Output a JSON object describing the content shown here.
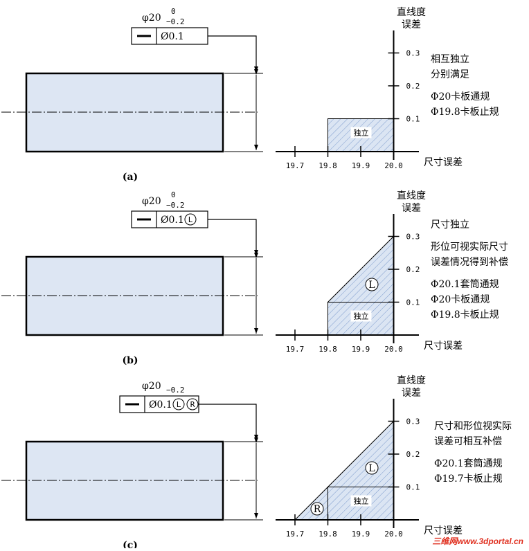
{
  "colors": {
    "part_fill": "#dde6f3",
    "zone_fill": "#dbe5f3",
    "zone_hatch": "#7e9ccd",
    "watermark": "#e03020"
  },
  "panels": [
    {
      "caption": "(a)",
      "dim_base": "φ20",
      "dim_upper": "0",
      "dim_lower": "−0.2",
      "fcf_symbol": "—",
      "fcf_value": "Ø0.1",
      "fcf_modifiers": [],
      "y_axis_title_1": "直线度",
      "y_axis_title_2": "误差",
      "x_axis_title": "尺寸误差",
      "y_ticks": [
        "0.3",
        "0.2",
        "0.1"
      ],
      "x_ticks": [
        "19.7",
        "19.8",
        "19.9",
        "20.0"
      ],
      "zone_labels": {
        "independent": "独立"
      },
      "notes": [
        "相互独立",
        "分别满足",
        "",
        "Φ20卡板通规",
        "Φ19.8卡板止规"
      ]
    },
    {
      "caption": "(b)",
      "dim_base": "φ20",
      "dim_upper": "0",
      "dim_lower": "−0.2",
      "fcf_symbol": "—",
      "fcf_value": "Ø0.1",
      "fcf_modifiers": [
        "L"
      ],
      "y_axis_title_1": "直线度",
      "y_axis_title_2": "误差",
      "x_axis_title": "尺寸误差",
      "y_ticks": [
        "0.3",
        "0.2",
        "0.1"
      ],
      "x_ticks": [
        "19.7",
        "19.8",
        "19.9",
        "20.0"
      ],
      "zone_labels": {
        "independent": "独立",
        "lmc": "L"
      },
      "notes": [
        "尺寸独立",
        "",
        "形位可视实际尺寸",
        "误差情况得到补偿",
        "",
        "Φ20.1套筒通规",
        "Φ20卡板通规",
        "Φ19.8卡板止规"
      ]
    },
    {
      "caption": "(c)",
      "dim_base": "φ20",
      "dim_upper": "",
      "dim_lower": "−0.2",
      "fcf_symbol": "—",
      "fcf_value": "Ø0.1",
      "fcf_modifiers": [
        "L",
        "R"
      ],
      "y_axis_title_1": "直线度",
      "y_axis_title_2": "误差",
      "x_axis_title": "尺寸误差",
      "y_ticks": [
        "0.3",
        "0.2",
        "0.1"
      ],
      "x_ticks": [
        "19.7",
        "19.8",
        "19.9",
        "20.0"
      ],
      "zone_labels": {
        "independent": "独立",
        "lmc": "L",
        "reciprocity": "R"
      },
      "notes": [
        "尺寸和形位视实际",
        "误差可相互补偿",
        "",
        "Φ20.1套筒通规",
        "Φ19.7卡板止规"
      ]
    }
  ],
  "watermark": "三维网www.3dportal.cn"
}
